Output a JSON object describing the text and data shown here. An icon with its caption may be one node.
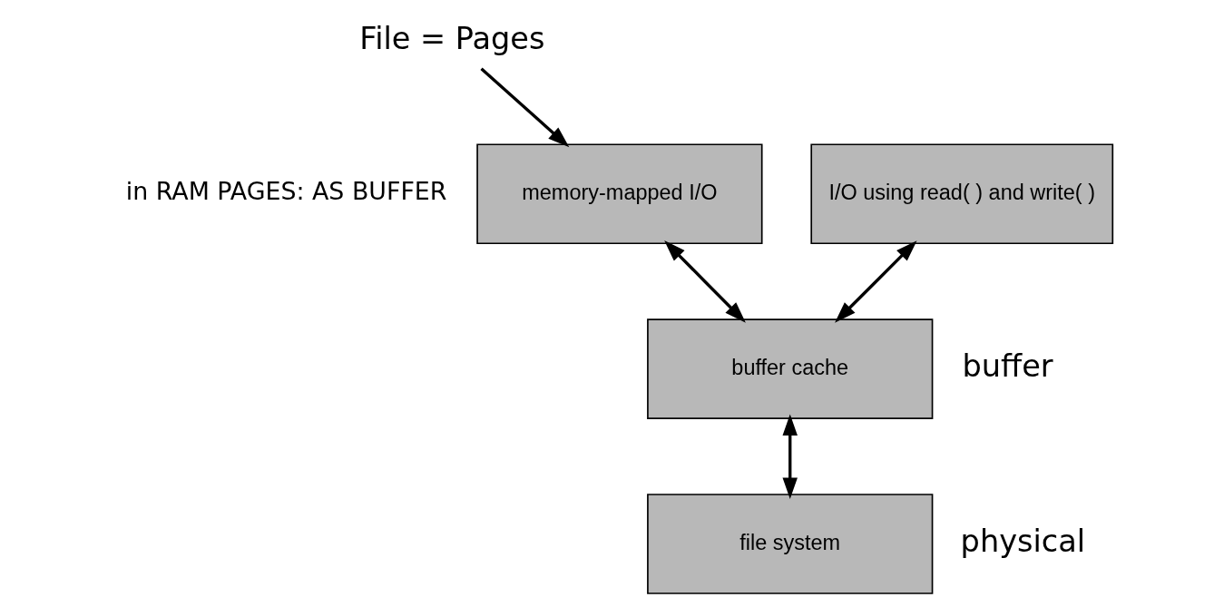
{
  "diagram": {
    "nodes": [
      {
        "text": [
          "memory-mapped I/O"
        ]
      },
      {
        "text": [
          "I/O using read( ) and write( )"
        ]
      },
      {
        "text": [
          "buffer cache"
        ],
        "beside": [
          "buffer"
        ]
      },
      {
        "text": [
          "file system"
        ],
        "beside": [
          "physical"
        ]
      },
      {
        "text": [
          "File = Pages"
        ]
      }
    ],
    "edges": [
      {
        "from": 0,
        "to": 2,
        "arrow": "both"
      },
      {
        "from": 1,
        "to": 2,
        "arrow": "both"
      },
      {
        "from": 2,
        "to": 3,
        "arrow": "both"
      },
      {
        "from": 4,
        "to": 0,
        "arrow": "to"
      }
    ],
    "labels": [
      "in RAM PAGES: AS BUFFER"
    ]
  }
}
